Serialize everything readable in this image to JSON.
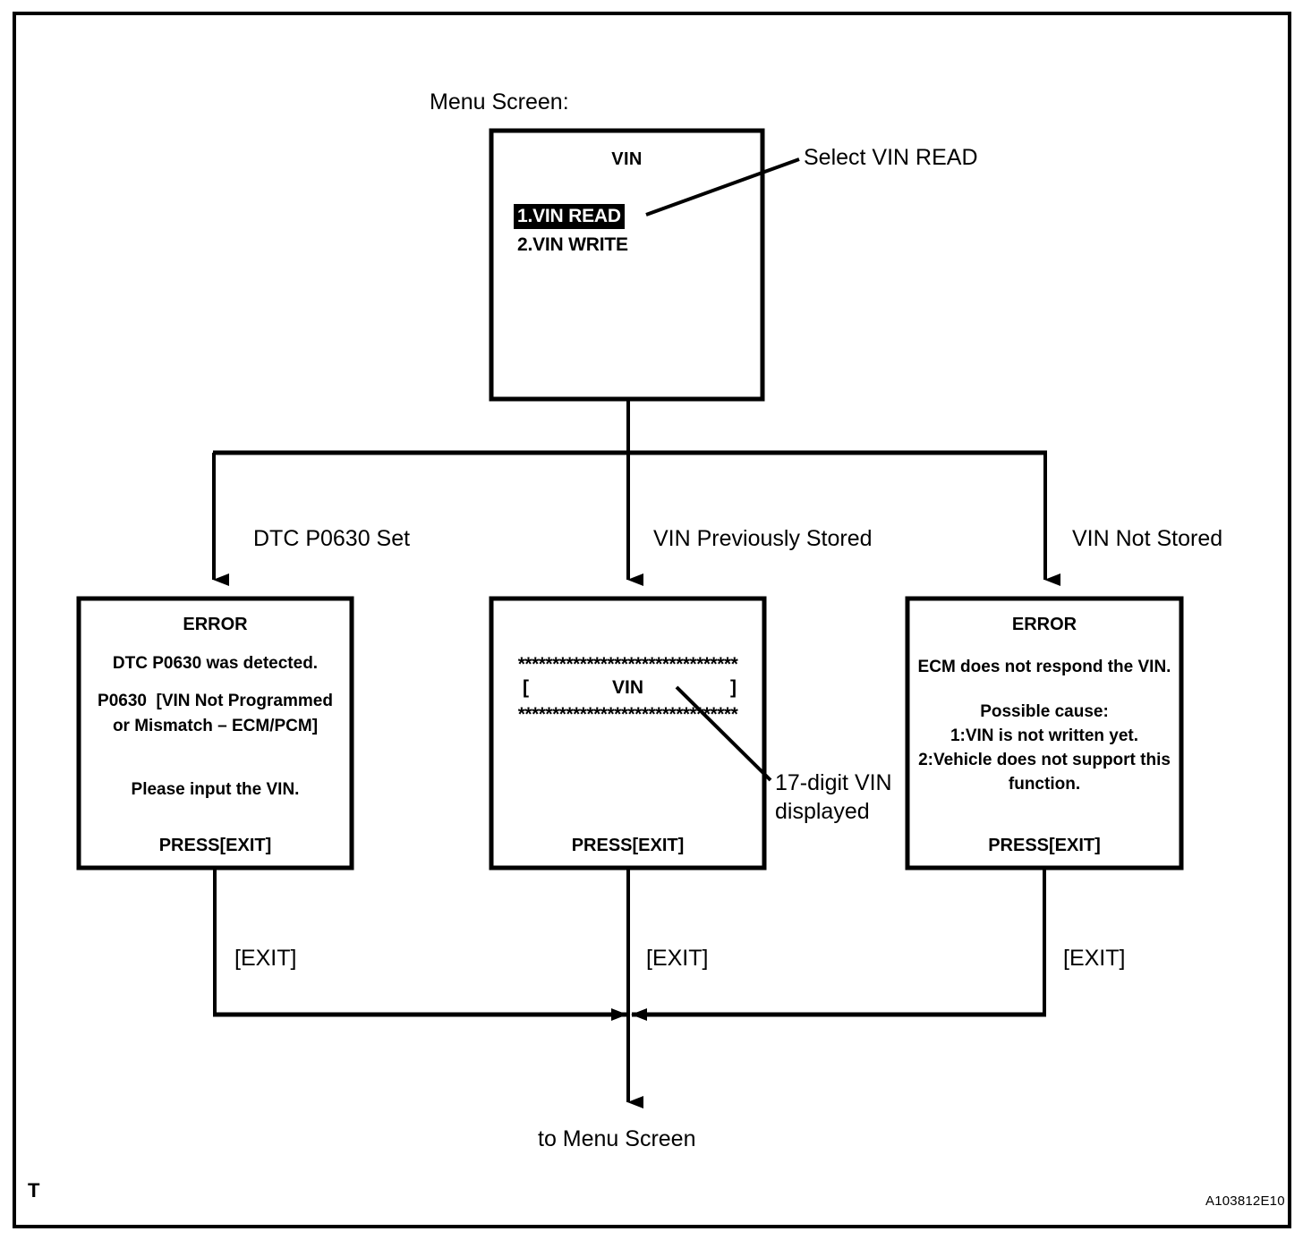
{
  "figure": {
    "corner_marker": "T",
    "figure_id": "A103812E10",
    "menu_screen_label": "Menu Screen:",
    "callout_select": "Select VIN READ",
    "callout_vin_digits_line1": "17-digit VIN",
    "callout_vin_digits_line2": "displayed",
    "bottom_label": "to Menu Screen"
  },
  "menu_screen": {
    "title": "VIN",
    "items": [
      {
        "label": "1.VIN READ",
        "selected": true
      },
      {
        "label": "2.VIN WRITE",
        "selected": false
      }
    ]
  },
  "branches": [
    {
      "label": "DTC P0630 Set",
      "exit_label": "[EXIT]"
    },
    {
      "label": "VIN Previously Stored",
      "exit_label": "[EXIT]"
    },
    {
      "label": "VIN Not Stored",
      "exit_label": "[EXIT]"
    }
  ],
  "screens": {
    "dtc_error": {
      "title": "ERROR",
      "line1": "DTC P0630 was detected.",
      "line2": "P0630  [VIN Not Programmed",
      "line3": "or Mismatch – ECM/PCM]",
      "line4": "Please input the VIN.",
      "footer": "PRESS[EXIT]"
    },
    "vin_stored": {
      "stars_top": "********************************",
      "bracket_open": "[",
      "vin_label": "VIN",
      "bracket_close": "]",
      "stars_bottom": "********************************",
      "footer": "PRESS[EXIT]"
    },
    "no_vin_error": {
      "title": "ERROR",
      "line1": "ECM does not respond the VIN.",
      "line2": "Possible cause:",
      "line3": "1:VIN is not written yet.",
      "line4": "2:Vehicle does not support this",
      "line5": "function.",
      "footer": "PRESS[EXIT]"
    }
  },
  "colors": {
    "ink": "#000000",
    "paper": "#ffffff"
  }
}
